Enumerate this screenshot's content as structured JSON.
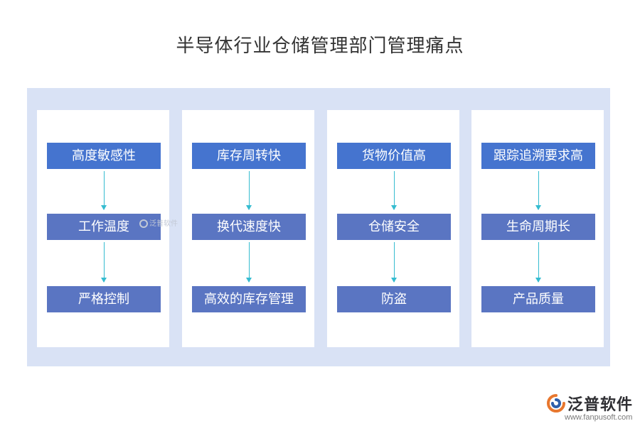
{
  "title": "半导体行业仓储管理部门管理痛点",
  "columns": [
    {
      "items": [
        "高度敏感性",
        "工作温度",
        "严格控制"
      ]
    },
    {
      "items": [
        "库存周转快",
        "换代速度快",
        "高效的库存管理"
      ]
    },
    {
      "items": [
        "货物价值高",
        "仓储安全",
        "防盗"
      ]
    },
    {
      "items": [
        "跟踪追溯要求高",
        "生命周期长",
        "产品质量"
      ]
    }
  ],
  "watermark": "泛普软件",
  "logo": {
    "name": "泛普软件",
    "url": "www.fanpusoft.com"
  },
  "colors": {
    "panel_background": "#d9e2f5",
    "top_box": "#4574cf",
    "lower_box": "#5a75c2",
    "arrow": "#35bcd0",
    "logo_orange": "#e8772e",
    "logo_blue": "#2e5fab"
  }
}
